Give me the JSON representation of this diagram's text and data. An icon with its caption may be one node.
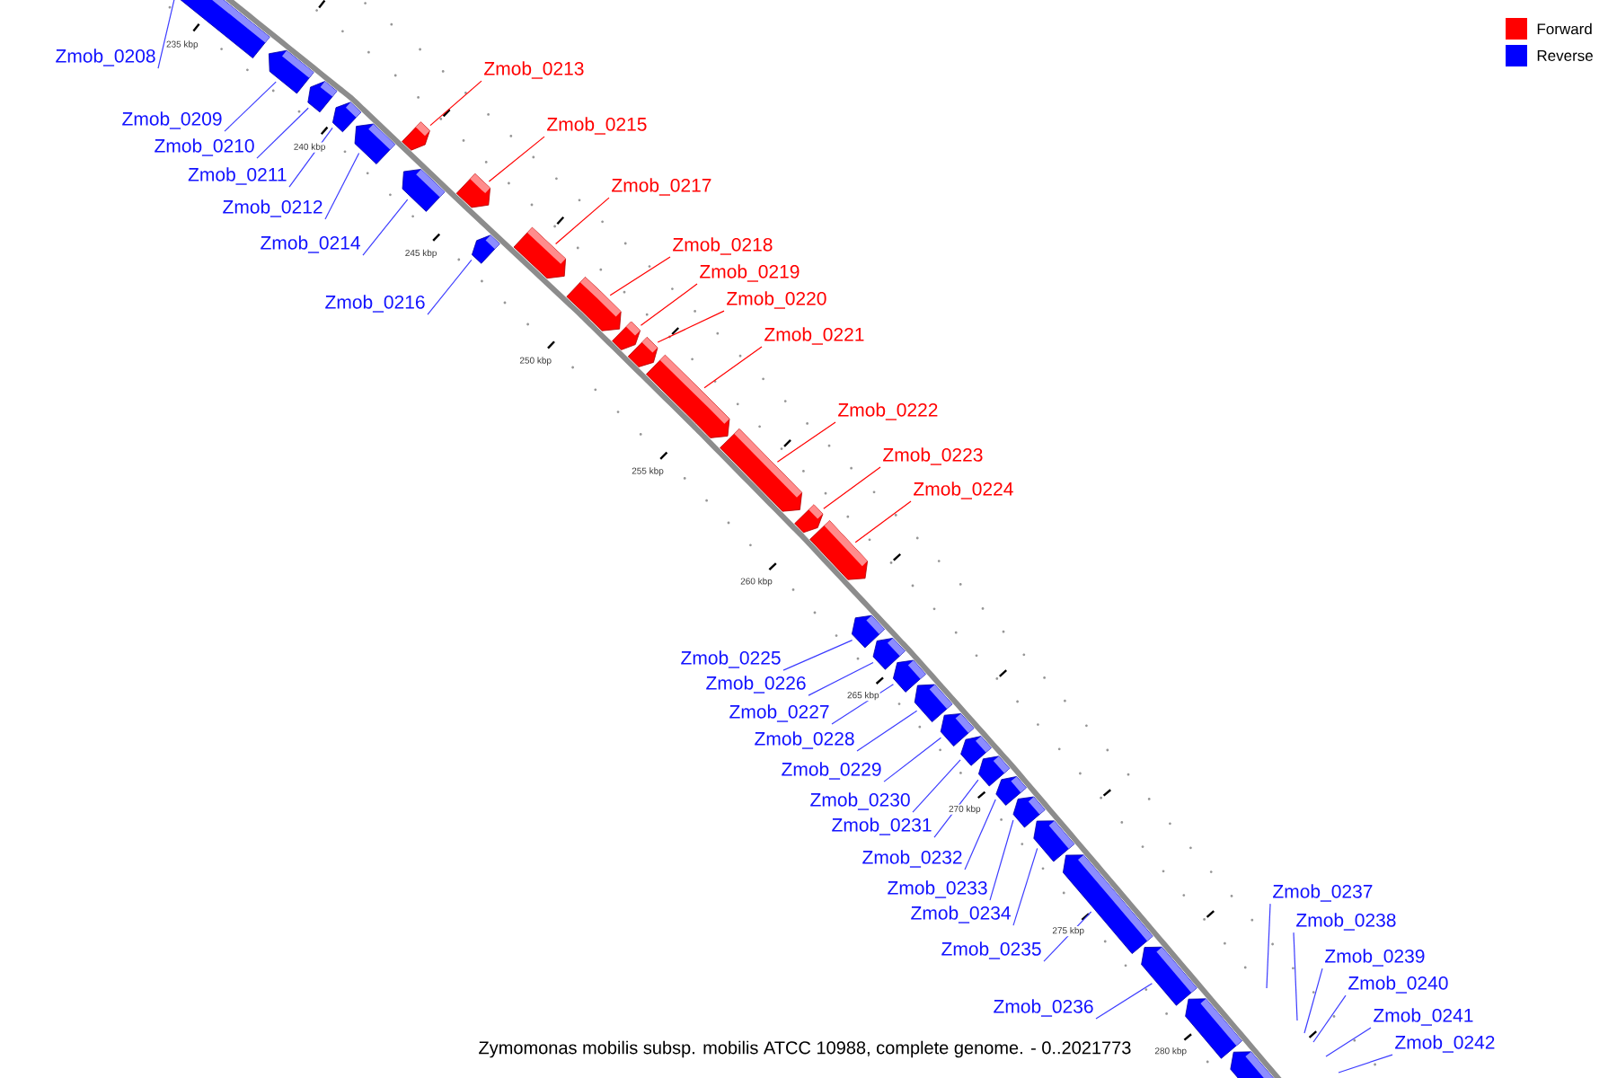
{
  "diagram": {
    "caption": "Zymomonas mobilis subsp. mobilis ATCC 10988, complete genome. - 0..2021773",
    "nodes": [
      {
        "text": [
          "Zmob_0208"
        ]
      },
      {
        "text": [
          "Zmob_0209"
        ]
      },
      {
        "text": [
          "Zmob_0210"
        ]
      },
      {
        "text": [
          "Zmob_0211"
        ]
      },
      {
        "text": [
          "Zmob_0212"
        ]
      },
      {
        "text": [
          "Zmob_0213"
        ]
      },
      {
        "text": [
          "Zmob_0214"
        ]
      },
      {
        "text": [
          "Zmob_0215"
        ]
      },
      {
        "text": [
          "Zmob_0216"
        ]
      },
      {
        "text": [
          "Zmob_0217"
        ]
      },
      {
        "text": [
          "Zmob_0218"
        ]
      },
      {
        "text": [
          "Zmob_0219"
        ]
      },
      {
        "text": [
          "Zmob_0220"
        ]
      },
      {
        "text": [
          "Zmob_0221"
        ]
      },
      {
        "text": [
          "Zmob_0222"
        ]
      },
      {
        "text": [
          "Zmob_0223"
        ]
      },
      {
        "text": [
          "Zmob_0224"
        ]
      },
      {
        "text": [
          "Zmob_0225"
        ]
      },
      {
        "text": [
          "Zmob_0226"
        ]
      },
      {
        "text": [
          "Zmob_0227"
        ]
      },
      {
        "text": [
          "Zmob_0228"
        ]
      },
      {
        "text": [
          "Zmob_0229"
        ]
      },
      {
        "text": [
          "Zmob_0230"
        ]
      },
      {
        "text": [
          "Zmob_0231"
        ]
      },
      {
        "text": [
          "Zmob_0232"
        ]
      },
      {
        "text": [
          "Zmob_0233"
        ]
      },
      {
        "text": [
          "Zmob_0234"
        ]
      },
      {
        "text": [
          "Zmob_0235"
        ]
      },
      {
        "text": [
          "Zmob_0236"
        ]
      },
      {
        "text": [
          "Zmob_0237"
        ]
      },
      {
        "text": [
          "Zmob_0238"
        ]
      },
      {
        "text": [
          "Zmob_0239"
        ]
      },
      {
        "text": [
          "Zmob_0240"
        ]
      },
      {
        "text": [
          "Zmob_0241"
        ]
      },
      {
        "text": [
          "Zmob_0242"
        ]
      },
      {
        "text": [],
        "shape": "bar"
      },
      {
        "text": [],
        "shape": "bar"
      },
      {
        "text": [],
        "shape": "bar"
      },
      {
        "text": [],
        "shape": "bar"
      },
      {
        "text": [],
        "shape": "bar"
      },
      {
        "text": [],
        "shape": "bar"
      },
      {
        "text": [],
        "shape": "bar"
      },
      {
        "text": [],
        "shape": "bar"
      },
      {
        "text": [],
        "shape": "bar"
      },
      {
        "text": [],
        "shape": "bar"
      },
      {
        "text": [],
        "shape": "bar"
      },
      {
        "text": [],
        "shape": "bar"
      },
      {
        "text": [],
        "shape": "bar"
      },
      {
        "text": [],
        "shape": "bar"
      },
      {
        "text": [],
        "shape": "bar"
      },
      {
        "text": [],
        "shape": "bar"
      },
      {
        "text": [],
        "shape": "bar"
      },
      {
        "text": [],
        "shape": "bar"
      },
      {
        "text": [],
        "shape": "bar"
      },
      {
        "text": [],
        "shape": "bar"
      },
      {
        "text": [],
        "shape": "bar"
      },
      {
        "text": [],
        "shape": "bar"
      },
      {
        "text": [],
        "shape": "bar"
      },
      {
        "text": [],
        "shape": "bar"
      },
      {
        "text": [],
        "shape": "bar"
      },
      {
        "text": [],
        "shape": "bar"
      },
      {
        "text": [],
        "shape": "bar"
      },
      {
        "text": [],
        "shape": "bar"
      },
      {
        "text": [],
        "shape": "bar"
      },
      {
        "text": [],
        "shape": "bar"
      },
      {
        "text": [],
        "shape": "bar"
      }
    ],
    "edges": [
      {
        "from": 0,
        "to": 35,
        "arrow": "none"
      },
      {
        "from": 1,
        "to": 36,
        "arrow": "none"
      },
      {
        "from": 2,
        "to": 37,
        "arrow": "none"
      },
      {
        "from": 3,
        "to": 38,
        "arrow": "none"
      },
      {
        "from": 4,
        "to": 39,
        "arrow": "none"
      },
      {
        "from": 5,
        "to": 40,
        "arrow": "none",
        "color": "#ff0000"
      },
      {
        "from": 6,
        "to": 41,
        "arrow": "none"
      },
      {
        "from": 7,
        "to": 42,
        "arrow": "none",
        "color": "#ff0000"
      },
      {
        "from": 8,
        "to": 43,
        "arrow": "none"
      },
      {
        "from": 9,
        "to": 44,
        "arrow": "none",
        "color": "#ff0000"
      },
      {
        "from": 10,
        "to": 45,
        "arrow": "none",
        "color": "#ff0000"
      },
      {
        "from": 11,
        "to": 46,
        "arrow": "none",
        "color": "#ff0000"
      },
      {
        "from": 12,
        "to": 47,
        "arrow": "none",
        "color": "#ff0000"
      },
      {
        "from": 13,
        "to": 48,
        "arrow": "none",
        "color": "#ff0000"
      },
      {
        "from": 14,
        "to": 49,
        "arrow": "none",
        "color": "#ff0000"
      },
      {
        "from": 15,
        "to": 50,
        "arrow": "none",
        "color": "#ff0000"
      },
      {
        "from": 16,
        "to": 51,
        "arrow": "none",
        "color": "#ff0000"
      },
      {
        "from": 17,
        "to": 52,
        "arrow": "none"
      },
      {
        "from": 18,
        "to": 53,
        "arrow": "none"
      },
      {
        "from": 19,
        "to": 54,
        "arrow": "none"
      },
      {
        "from": 20,
        "to": 55,
        "arrow": "none"
      },
      {
        "from": 21,
        "to": 56,
        "arrow": "none"
      },
      {
        "from": 22,
        "to": 57,
        "arrow": "none"
      },
      {
        "from": 23,
        "to": 58,
        "arrow": "none"
      },
      {
        "from": 24,
        "to": 59,
        "arrow": "none"
      },
      {
        "from": 25,
        "to": 60,
        "arrow": "none"
      },
      {
        "from": 26,
        "to": 61,
        "arrow": "none"
      },
      {
        "from": 27,
        "to": 62,
        "arrow": "none"
      },
      {
        "from": 28,
        "to": 63,
        "arrow": "none"
      },
      {
        "from": 29,
        "to": null,
        "arrow": "none"
      },
      {
        "from": 30,
        "to": null,
        "arrow": "none"
      },
      {
        "from": 31,
        "to": null,
        "arrow": "none"
      },
      {
        "from": 32,
        "to": null,
        "arrow": "none"
      },
      {
        "from": 33,
        "to": null,
        "arrow": "none"
      },
      {
        "from": 34,
        "to": null,
        "arrow": "none"
      }
    ],
    "labels": [
      "235 kbp",
      "240 kbp",
      "245 kbp",
      "250 kbp",
      "255 kbp",
      "260 kbp",
      "265 kbp",
      "270 kbp",
      "275 kbp",
      "280 kbp"
    ],
    "legend": [
      {
        "text": "Forward",
        "color": "#ff0000"
      },
      {
        "text": "Reverse",
        "color": "#0000ff"
      }
    ]
  }
}
